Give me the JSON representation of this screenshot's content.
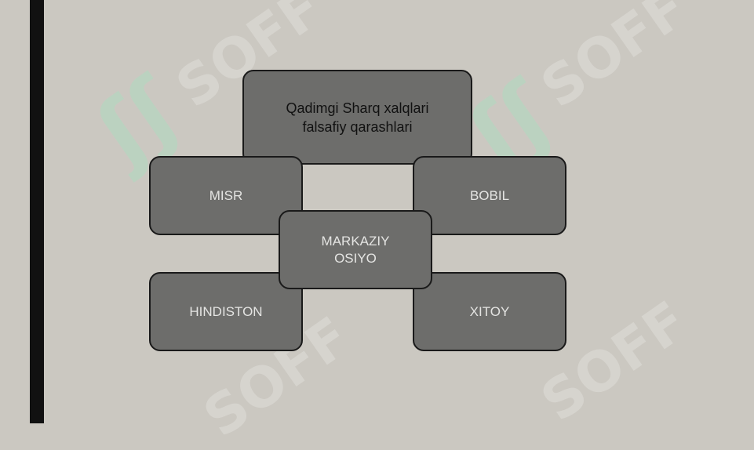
{
  "watermark": {
    "text": "SOFF",
    "glyph": "ʃʃ"
  },
  "diagram": {
    "title": [
      "Qadimgi Sharq xalqlari",
      "falsafiy qarashlari"
    ],
    "nodes": {
      "misr": "MISR",
      "bobil": "BOBIL",
      "markaziy_osiyo": [
        "MARKAZIY",
        "OSIYO"
      ],
      "hindiston": "HINDISTON",
      "xitoy": "XITOY"
    }
  },
  "colors": {
    "background": "#cbc8c1",
    "box_fill": "#6d6d6b",
    "box_border": "#1a1a1a",
    "title_text": "#111111",
    "node_text": "#e4e4e2",
    "side_bar": "#111111",
    "watermark_glyph": "#a9dfc0"
  }
}
